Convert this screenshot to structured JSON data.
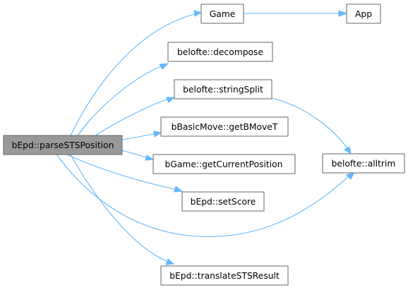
{
  "diagram": {
    "root": {
      "id": "root",
      "label": "bEpd::parseSTSPosition"
    },
    "nodes": [
      {
        "id": "game",
        "label": "Game"
      },
      {
        "id": "app",
        "label": "App"
      },
      {
        "id": "decompose",
        "label": "belofte::decompose"
      },
      {
        "id": "stringsplit",
        "label": "belofte::stringSplit"
      },
      {
        "id": "getbmovet",
        "label": "bBasicMove::getBMoveT"
      },
      {
        "id": "getcurrentposition",
        "label": "bGame::getCurrentPosition"
      },
      {
        "id": "alltrim",
        "label": "belofte::alltrim"
      },
      {
        "id": "setscore",
        "label": "bEpd::setScore"
      },
      {
        "id": "translatestsresult",
        "label": "bEpd::translateSTSResult"
      }
    ],
    "edges": [
      {
        "from": "root",
        "to": "game"
      },
      {
        "from": "game",
        "to": "app"
      },
      {
        "from": "root",
        "to": "decompose"
      },
      {
        "from": "root",
        "to": "stringsplit"
      },
      {
        "from": "stringsplit",
        "to": "alltrim"
      },
      {
        "from": "root",
        "to": "getbmovet"
      },
      {
        "from": "root",
        "to": "getcurrentposition"
      },
      {
        "from": "root",
        "to": "setscore"
      },
      {
        "from": "root",
        "to": "alltrim"
      },
      {
        "from": "root",
        "to": "translatestsresult"
      }
    ],
    "colors": {
      "root_fill": "#999999",
      "node_fill": "#ffffff",
      "border": "#666666",
      "edge": "#63b8ff"
    }
  }
}
